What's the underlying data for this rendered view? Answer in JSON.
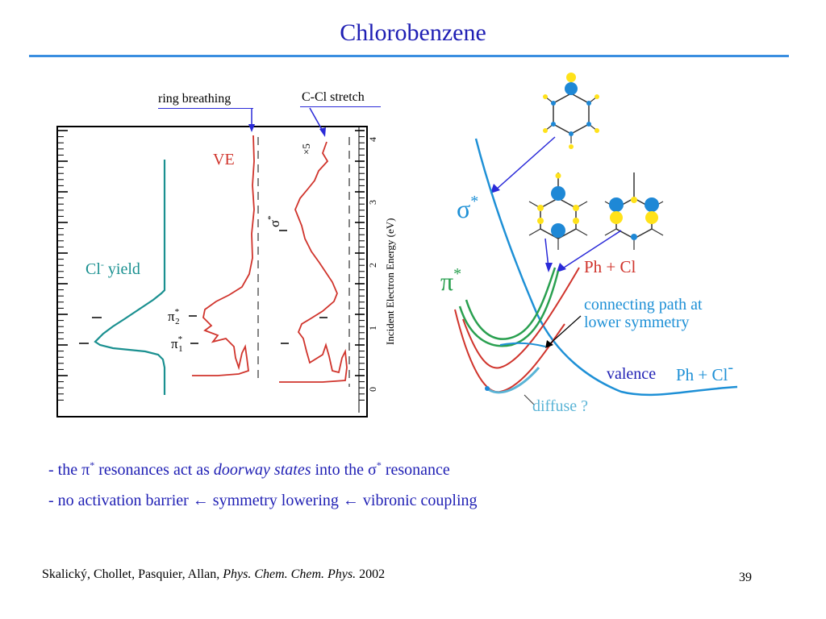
{
  "title": "Chlorobenzene",
  "annotations": {
    "ring_breathing": "ring breathing",
    "ccl_stretch": "C-Cl stretch"
  },
  "left_plot": {
    "cl_yield_label_main": "Cl",
    "cl_yield_label_sup": "-",
    "cl_yield_label_rest": " yield",
    "ve_label": "VE",
    "times5": "×5",
    "sigma_label": "σ",
    "sigma_sup": "*",
    "pi2_label": "π",
    "pi2_sup": "*",
    "pi2_sub": "2",
    "pi1_label": "π",
    "pi1_sup": "*",
    "pi1_sub": "1",
    "axis_label": "Incident Electron Energy (eV)",
    "axis_ticks": [
      "0",
      "1",
      "2",
      "3",
      "4"
    ],
    "colors": {
      "yield": "#1a9090",
      "ve": "#d0342c"
    }
  },
  "right_diagram": {
    "sigma_star": "σ",
    "sigma_star_sup": "*",
    "pi_star": "π",
    "pi_star_sup": "*",
    "ph_cl": "Ph + Cl",
    "connecting_line1": "connecting path at",
    "connecting_line2": "lower symmetry",
    "valence": "valence",
    "ph_cl_minus": "Ph + Cl",
    "ph_cl_minus_sup": "-",
    "diffuse": "diffuse ?",
    "colors": {
      "sigma": "#1e90d6",
      "pi": "#2aa050",
      "red": "#d0342c",
      "diffuse": "#5ab4d6",
      "navy": "#1f1fb4"
    }
  },
  "bullets": {
    "b1_pre": "- the π",
    "b1_sup1": "*",
    "b1_mid": " resonances act as ",
    "b1_italic": "doorway states",
    "b1_mid2": " into the σ",
    "b1_sup2": "*",
    "b1_post": " resonance",
    "b2": "- no activation barrier ← symmetry lowering ← vibronic coupling"
  },
  "citation": {
    "authors": "Skalický, Chollet, Pasquier, Allan, ",
    "journal": "Phys. Chem. Chem. Phys.",
    "year": " 2002"
  },
  "slide_number": "39"
}
